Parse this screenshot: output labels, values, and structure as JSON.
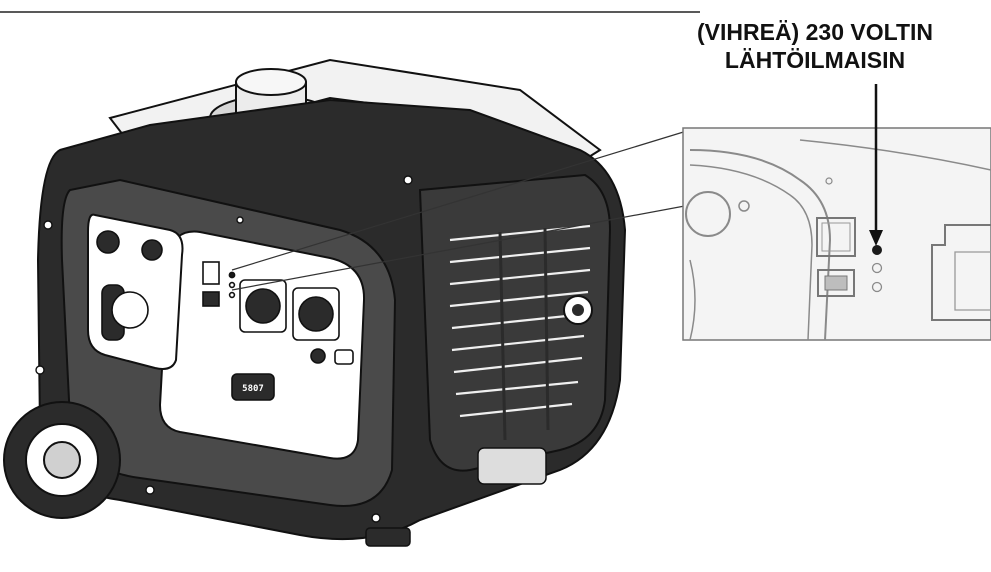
{
  "callout": {
    "line1": "(VIHREÄ) 230 VOLTIN",
    "line2": "LÄHTÖILMAISIN"
  },
  "panel": {
    "display_text": "5807"
  },
  "colors": {
    "ink": "#111111",
    "body_dark": "#2b2b2b",
    "body_mid": "#4a4a4a",
    "zoom_bg": "#f4f4f4",
    "zoom_line": "#8a8a8a",
    "indicator": "#1a1a1a"
  },
  "icons": {
    "pointer": "arrow-down-icon",
    "indicator": "led-indicator-icon"
  }
}
